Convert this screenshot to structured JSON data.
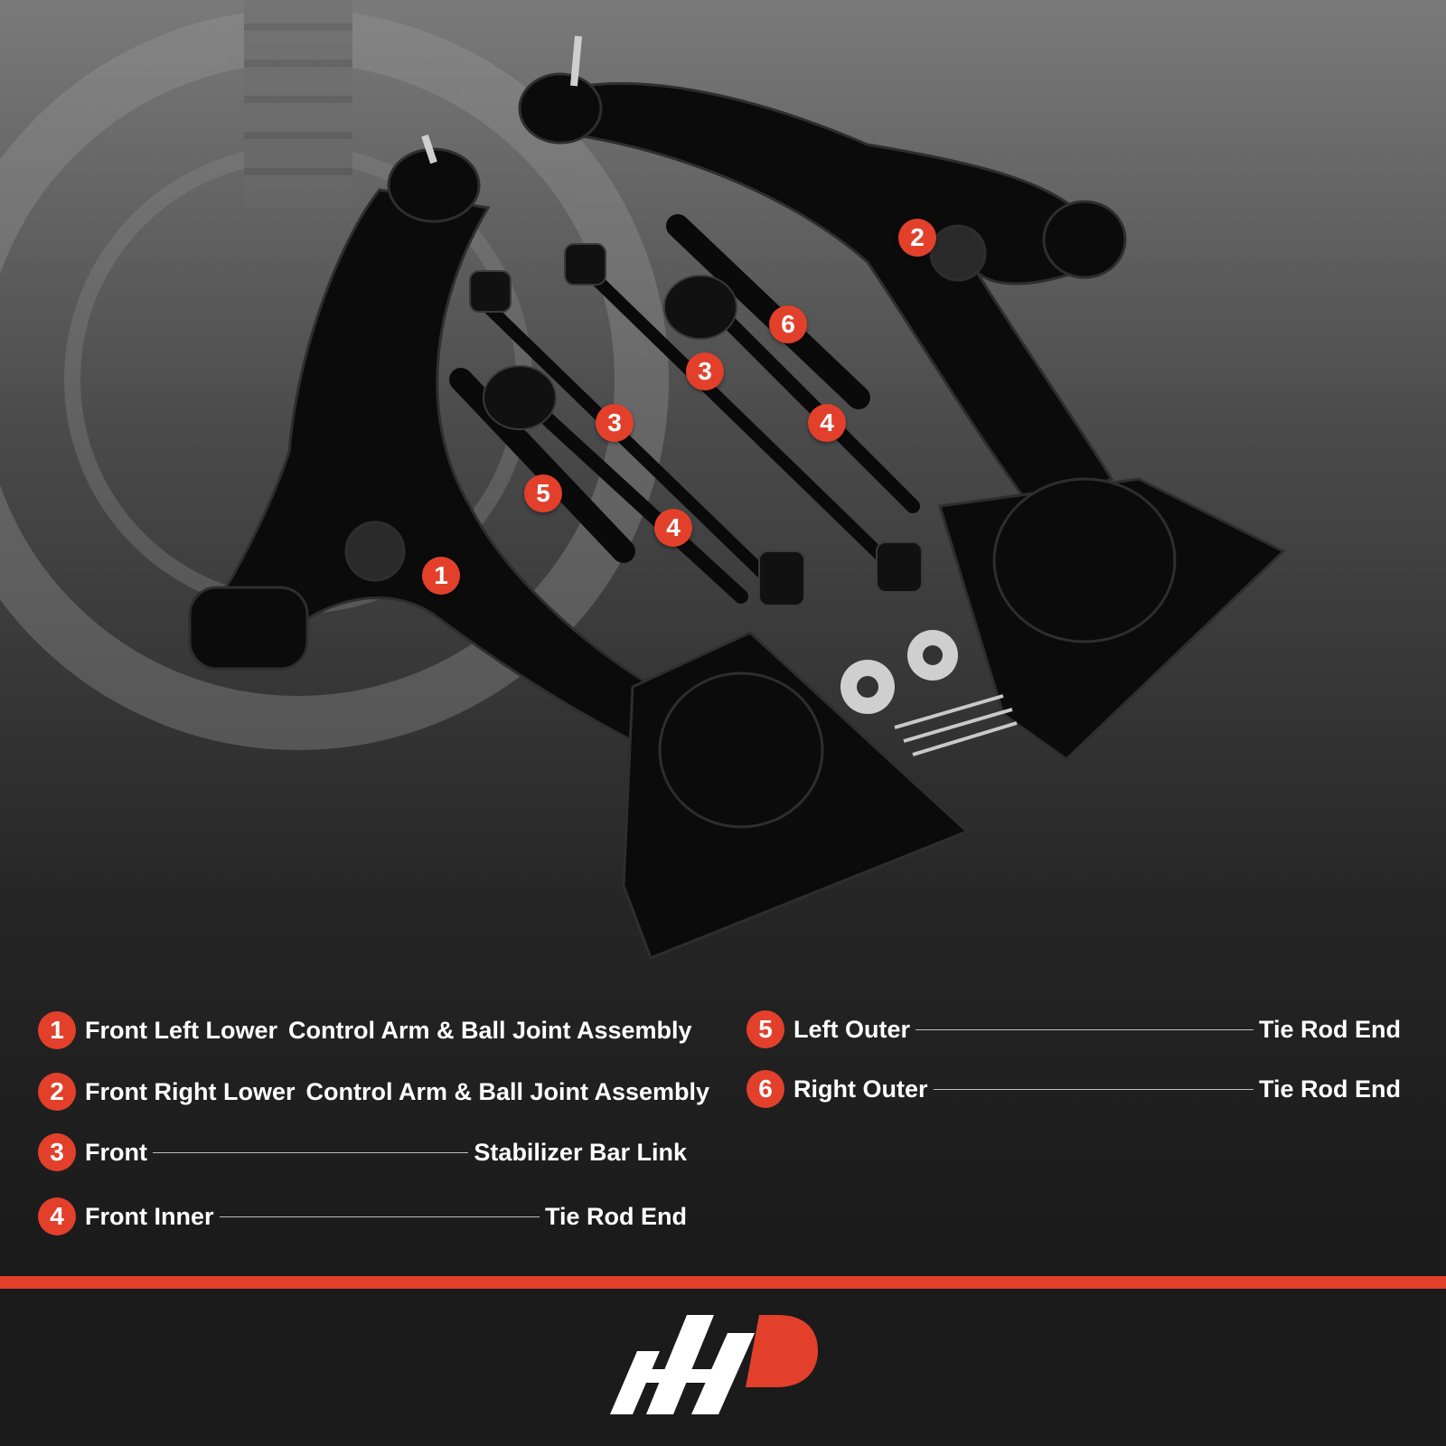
{
  "callouts": [
    {
      "number": "1"
    },
    {
      "number": "2"
    },
    {
      "number": "3"
    },
    {
      "number": "3"
    },
    {
      "number": "4"
    },
    {
      "number": "4"
    },
    {
      "number": "5"
    },
    {
      "number": "6"
    }
  ],
  "legend": [
    {
      "number": "1",
      "left": "Front Left Lower",
      "right": "Control Arm & Ball Joint Assembly"
    },
    {
      "number": "2",
      "left": "Front Right Lower",
      "right": "Control Arm & Ball Joint Assembly"
    },
    {
      "number": "3",
      "left": "Front",
      "right": "Stabilizer Bar Link"
    },
    {
      "number": "4",
      "left": "Front Inner",
      "right": "Tie Rod End"
    },
    {
      "number": "5",
      "left": "Left Outer",
      "right": "Tie Rod End"
    },
    {
      "number": "6",
      "left": "Right Outer",
      "right": "Tie Rod End"
    }
  ],
  "colors": {
    "accent": "#e2402b",
    "text": "#ffffff",
    "footer": "#1b1b1b"
  },
  "logo": {
    "icon": "brand-logo-icon"
  }
}
